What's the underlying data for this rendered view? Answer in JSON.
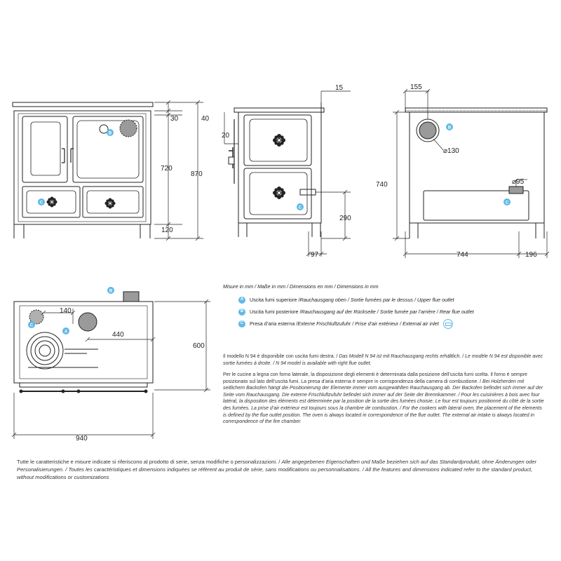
{
  "dimensions": {
    "front_top_h": "40",
    "front_hob_h": "30",
    "front_oven_h": "720",
    "front_total_h": "870",
    "front_base_h": "120",
    "side_top_offset": "15",
    "side_left_offset": "20",
    "side_inlet_h": "290",
    "side_depth": "97",
    "rear_offset": "155",
    "rear_flue_d": "⌀130",
    "rear_height": "740",
    "rear_inlet_d": "⌀95",
    "rear_width": "744",
    "rear_right": "196",
    "top_offset": "140",
    "top_distance": "440",
    "top_depth": "600",
    "top_width": "940"
  },
  "badges": {
    "A": "A",
    "B": "B",
    "C": "C"
  },
  "legend": {
    "title": "Misure in mm / Maße in mm / Dimensions en mm / Dimensions in mm",
    "items": [
      {
        "badge": "A",
        "text": "Uscita fumi superiore / ",
        "text_i": "Rauchausgang oben  /  Sortie fumées par le dessus / Upper flue outlet"
      },
      {
        "badge": "B",
        "text": "Uscita fumi posteriore / ",
        "text_i": "Rauchausgang auf der Rückseite / Sortie fumée par l’arrière / Rear flue outlet"
      },
      {
        "badge": "C",
        "text": "Presa d’aria esterna / ",
        "text_i": "Externe Frischluftzufuhr / Prise d’air extérieur / External air inlet"
      }
    ]
  },
  "model_note": {
    "text": "Il modello N 94 è disponibile con uscita fumi destra. / ",
    "text_i": "Das Modell N 94 ist mit Rauchausgang rechts erhältlich. / Le modèle N 94 est disponible avec sortie fumées à droite. / N 94 model is available with right flue outlet."
  },
  "oven_note": {
    "text": "Per le cucine a legna con forno laterale, la disposizione degli elementi è determinata dalla posizione dell’uscita fumi scelta. Il forno è sempre posizionato sul lato dell’uscita fumi. La presa d’aria esterna è sempre in corrispondenza della camera di combustione. / ",
    "text_i": "Bei Holzherden mit seitlichem Backofen hängt die Positionierung der Elemente immer vom ausgewählten Rauchausgang ab. Der Backofen befindet sich immer auf der Seite vom Rauchausgang. Die externe Frischluftzufuhr befindet sich immer auf der Seite der Brennkammer. / Pour les cuisinières à bois avec four latéral, la disposition des éléments est déterminée par la position de la sortie des fumées choisie. Le four est toujours positionné du côté de la sortie des fumées. La prise d’air extérieur est toujours sous la chambre de combustion. / For the cookers with lateral oven, the placement of the elements is defined by the flue outlet position. The oven is always located in correspondence of the flue outlet. The external air intake is always located in correspondence of the fire chamber."
  },
  "footer": {
    "text": "Tutte le caratteristiche e misure indicate si riferiscono al prodotto di serie, senza modifiche o personalizzazioni. / ",
    "text_i": "Alle angegebenen Eigenschaften und Maße beziehen sich auf das Standardprodukt, ohne Änderungen oder Personalisierungen. / Toutes les caractéristiques et dimensions indiquées se réfèrent au produit de série, sans modifications ou personnalisations. / All the features and dimensions indicated refer to the standard product, without modifications or customizations"
  },
  "colors": {
    "badge": "#5fb9e6",
    "line": "#222222",
    "grey_fill": "#9a9a9a"
  }
}
